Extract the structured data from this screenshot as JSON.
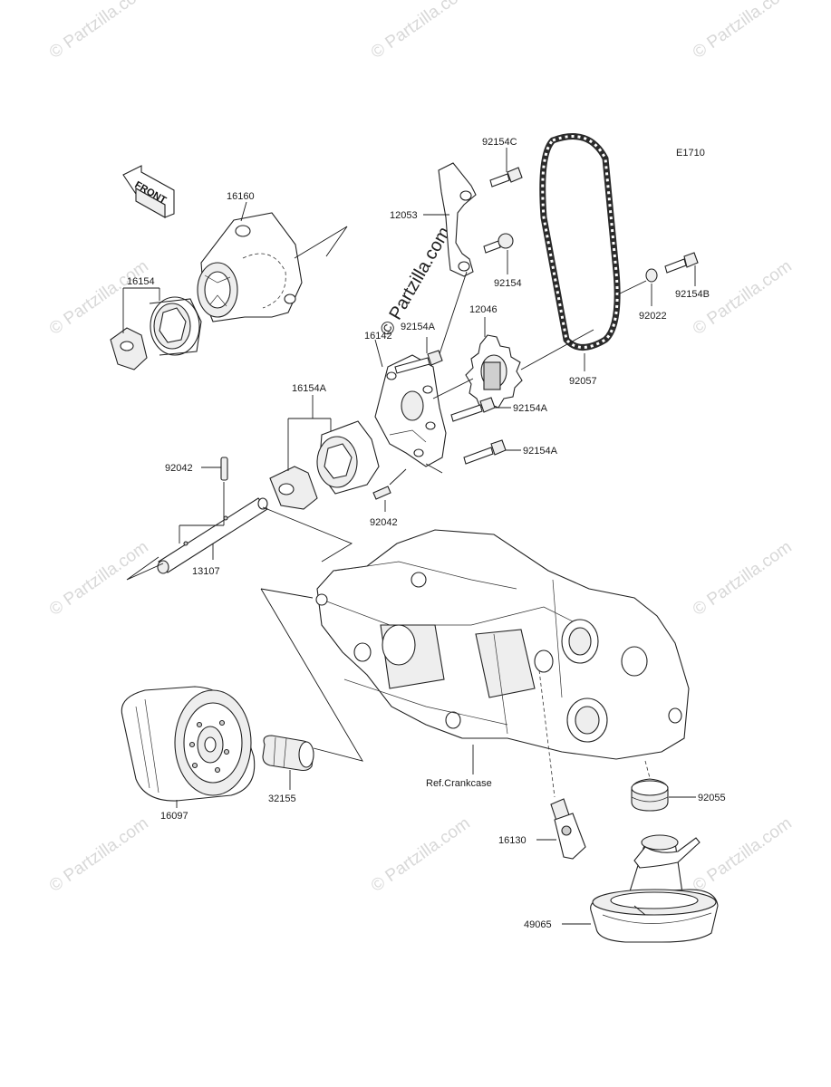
{
  "diagram_code": "E1710",
  "front_label": "FRONT",
  "ref_label": "Ref.Crankcase",
  "watermark_text": "© Partzilla.com",
  "watermark_center": "© Partzilla.com",
  "parts": {
    "p16160": "16160",
    "p16154": "16154",
    "p16154A": "16154A",
    "p92042_top": "92042",
    "p92042_mid": "92042",
    "p13107": "13107",
    "p16142": "16142",
    "p92154A_1": "92154A",
    "p92154A_2": "92154A",
    "p92154A_3": "92154A",
    "p12053": "12053",
    "p92154C": "92154C",
    "p92154": "92154",
    "p12046": "12046",
    "p92057": "92057",
    "p92022": "92022",
    "p92154B": "92154B",
    "p16097": "16097",
    "p32155": "32155",
    "p92055": "92055",
    "p16130": "16130",
    "p49065": "49065"
  },
  "colors": {
    "line": "#1a1a1a",
    "watermark": "#d8d8d8",
    "background": "#ffffff"
  }
}
